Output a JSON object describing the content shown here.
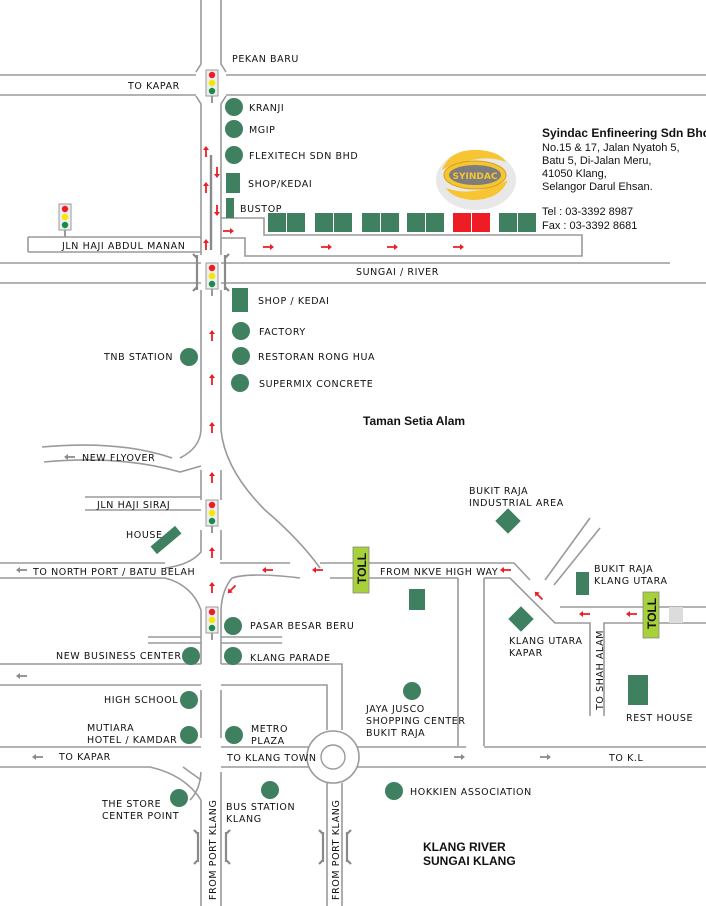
{
  "company": {
    "name": "Syindac Enfineering Sdn Bhd",
    "address": [
      "No.15 & 17, Jalan Nyatoh 5,",
      "Batu 5, Di-Jalan Meru,",
      "41050 Klang,",
      "Selangor Darul Ehsan."
    ],
    "tel": "Tel : 03-3392 8987",
    "fax": "Fax : 03-3392 8681",
    "logo_text": "SYINDAC"
  },
  "roads": {
    "pekan_baru": "PEKAN BARU",
    "to_kapar_top": "TO KAPAR",
    "jln_haji_abdul_manan": "JLN HAJI ABDUL MANAN",
    "sungai_river": "SUNGAI / RIVER",
    "new_flyover": "NEW FLYOVER",
    "jln_haji_siraj": "JLN HAJI SIRAJ",
    "to_north_port": "TO NORTH PORT / BATU BELAH",
    "from_nkve": "FROM NKVE HIGH WAY",
    "to_kapar_bottom": "TO KAPAR",
    "to_klang_town": "TO KLANG TOWN",
    "to_kl": "TO K.L",
    "to_shah_alam": "TO SHAH ALAM",
    "from_port_klang": "FROM PORT KLANG",
    "toll": "TOLL"
  },
  "areas": {
    "taman_setia_alam": "Taman Setia Alam",
    "klang_river": [
      "KLANG RIVER",
      "SUNGAI KLANG"
    ]
  },
  "landmarks": [
    {
      "label": [
        "KRANJI"
      ],
      "shape": "circle"
    },
    {
      "label": [
        "MGIP"
      ],
      "shape": "circle"
    },
    {
      "label": [
        "FLEXITECH SDN BHD"
      ],
      "shape": "circle"
    },
    {
      "label": [
        "SHOP/KEDAI"
      ],
      "shape": "rect"
    },
    {
      "label": [
        "BUSTOP"
      ],
      "shape": "rect"
    },
    {
      "label": [
        "SHOP / KEDAI"
      ],
      "shape": "rect"
    },
    {
      "label": [
        "FACTORY"
      ],
      "shape": "circle"
    },
    {
      "label": [
        "TNB STATION"
      ],
      "shape": "circle"
    },
    {
      "label": [
        "RESTORAN RONG HUA"
      ],
      "shape": "circle"
    },
    {
      "label": [
        "SUPERMIX CONCRETE"
      ],
      "shape": "circle"
    },
    {
      "label": [
        "HOUSE"
      ],
      "shape": "rect"
    },
    {
      "label": [
        "BUKIT RAJA",
        "INDUSTRIAL AREA"
      ],
      "shape": "diamond"
    },
    {
      "label": [
        "BUKIT RAJA",
        "KLANG UTARA"
      ],
      "shape": "rect"
    },
    {
      "label": [
        "KLANG UTARA",
        "KAPAR"
      ],
      "shape": "diamond"
    },
    {
      "label": [
        "PASAR BESAR BERU"
      ],
      "shape": "circle"
    },
    {
      "label": [
        "NEW BUSINESS CENTER"
      ],
      "shape": "circle"
    },
    {
      "label": [
        "KLANG PARADE"
      ],
      "shape": "circle"
    },
    {
      "label": [
        "HIGH SCHOOL"
      ],
      "shape": "circle"
    },
    {
      "label": [
        "MUTIARA",
        "HOTEL / KAMDAR"
      ],
      "shape": "circle"
    },
    {
      "label": [
        "METRO",
        "PLAZA"
      ],
      "shape": "circle"
    },
    {
      "label": [
        "JAYA JUSCO",
        "SHOPPING CENTER",
        "BUKIT RAJA"
      ],
      "shape": "circle"
    },
    {
      "label": [
        "REST HOUSE"
      ],
      "shape": "rect"
    },
    {
      "label": [
        "THE STORE",
        "CENTER POINT"
      ],
      "shape": "circle"
    },
    {
      "label": [
        "BUS STATION",
        "KLANG"
      ],
      "shape": "circle"
    },
    {
      "label": [
        "HOKKIEN ASSOCIATION"
      ],
      "shape": "circle"
    }
  ],
  "colors": {
    "building": "#3f8060",
    "destination": "#ee1c25",
    "toll": "#a6d13a",
    "road": "#9a9a9a",
    "logo": "#f6c531"
  }
}
